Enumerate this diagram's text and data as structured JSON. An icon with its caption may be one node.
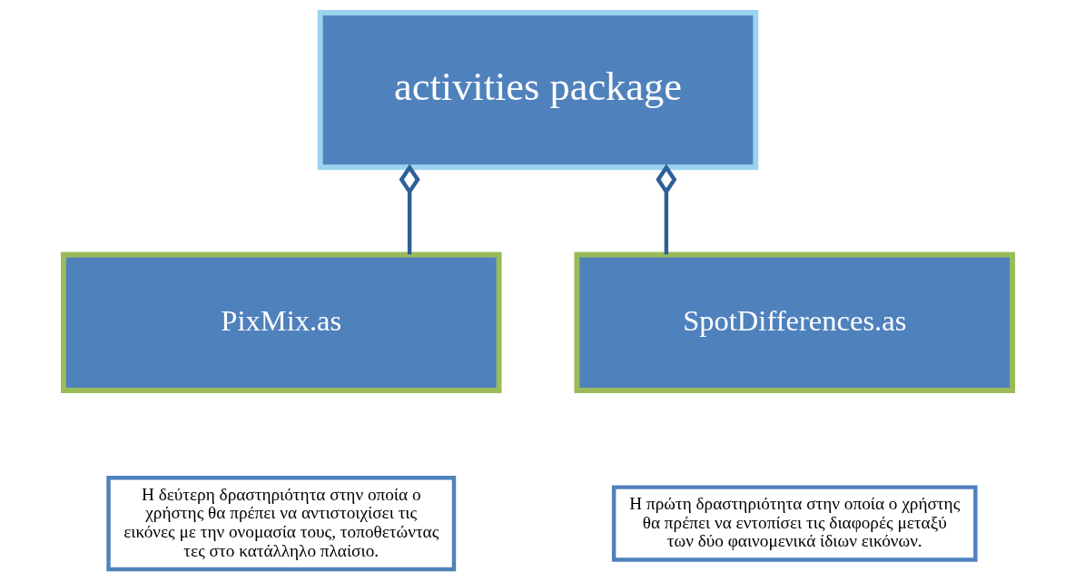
{
  "diagram": {
    "nodes": [
      {
        "text": [
          "activities package"
        ]
      },
      {
        "text": [
          "PixMix.as"
        ]
      },
      {
        "text": [
          "SpotDifferences.as"
        ]
      },
      {
        "text": [
          "Η δεύτερη δραστηριότητα στην οποία ο χρήστης θα πρέπει να αντιστοιχίσει τις εικόνες με την ονομασία τους, τοποθετώντας τες στο κατάλληλο πλαίσιο."
        ]
      },
      {
        "text": [
          "Η πρώτη δραστηριότητα στην οποία ο χρήστης θα πρέπει να εντοπίσει τις διαφορές μεταξύ των δύο φαινομενικά ίδιων εικόνων."
        ]
      }
    ],
    "edges": [
      {
        "from": 0,
        "to": 1,
        "arrow": "other"
      },
      {
        "from": 0,
        "to": 2,
        "arrow": "other"
      }
    ]
  }
}
